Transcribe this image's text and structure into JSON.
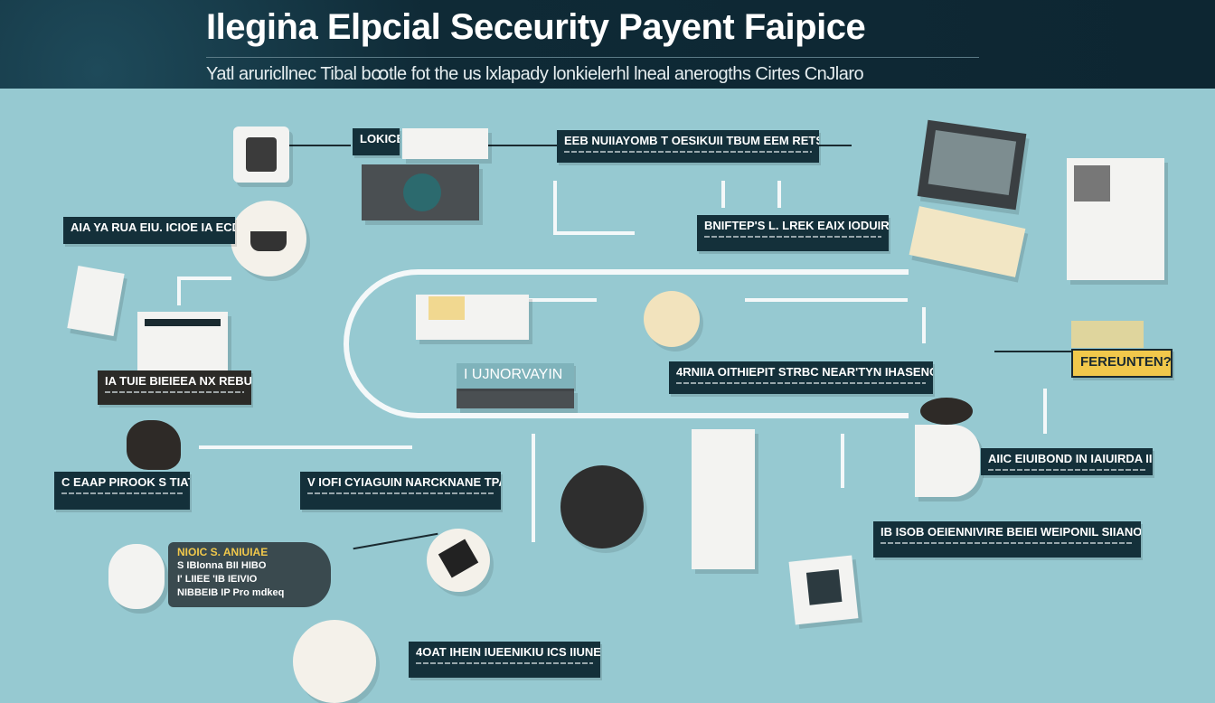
{
  "header": {
    "title": "Ilegiṅa Elpcial Seceurity Payent Faipice",
    "subtitle": "Yatl aruricllnec Tibal bꝏtle fot the us lxlapady lonkielerhl lneal anerogths Cirtes CnJlaro"
  },
  "labels": {
    "lokice": "LOKICE",
    "top_center": "EEB NUIIAYOMB T OESIKUII TBUM EEM RETSILO VIIS",
    "bnifteps": "BNIFTEP'S L. LREK EAIX   IODUIR EN",
    "left_top": "AIA YA RUA EIU.  ICIOE  IA ECDIK",
    "left_mid": "IA TUIE  BIEIEEA NX REBUES",
    "unorvayin": "I UJNORVAYIN",
    "center_right": "4RNIIA OITHIEPIT STRBC NEAR'TYN IHASENCE RIIUAT",
    "fereunten": "FEREUNTEN?",
    "left_bottom": "C EAAP PIROOK S TIATIES",
    "center_bottom": "V IOFI CYIAGUIN NARCKNANE TPAILI NS",
    "bottom": "4OAT IHEIN IUEENIKIU ICS IIUNE",
    "right_mid": "AIIC EIUIBOND  IN IAIUIRDA IIOANE",
    "right_bottom": "IB ISOB OEIENNIVIRE BEIEI WEIPONIL SIIANOCISIONE"
  },
  "promo": {
    "headline": "NIOIC S. ANIUIAE",
    "line1": "S IBIonna BII  HIBO",
    "line2": "I' LIIEE  'IB IEIVIO",
    "line3": "NIBBEIB  IP  Pro mdkeq"
  },
  "colors": {
    "background": "#96c9d1",
    "header": "#0f2a36",
    "label": "#14303a",
    "accent": "#f1c84b"
  }
}
